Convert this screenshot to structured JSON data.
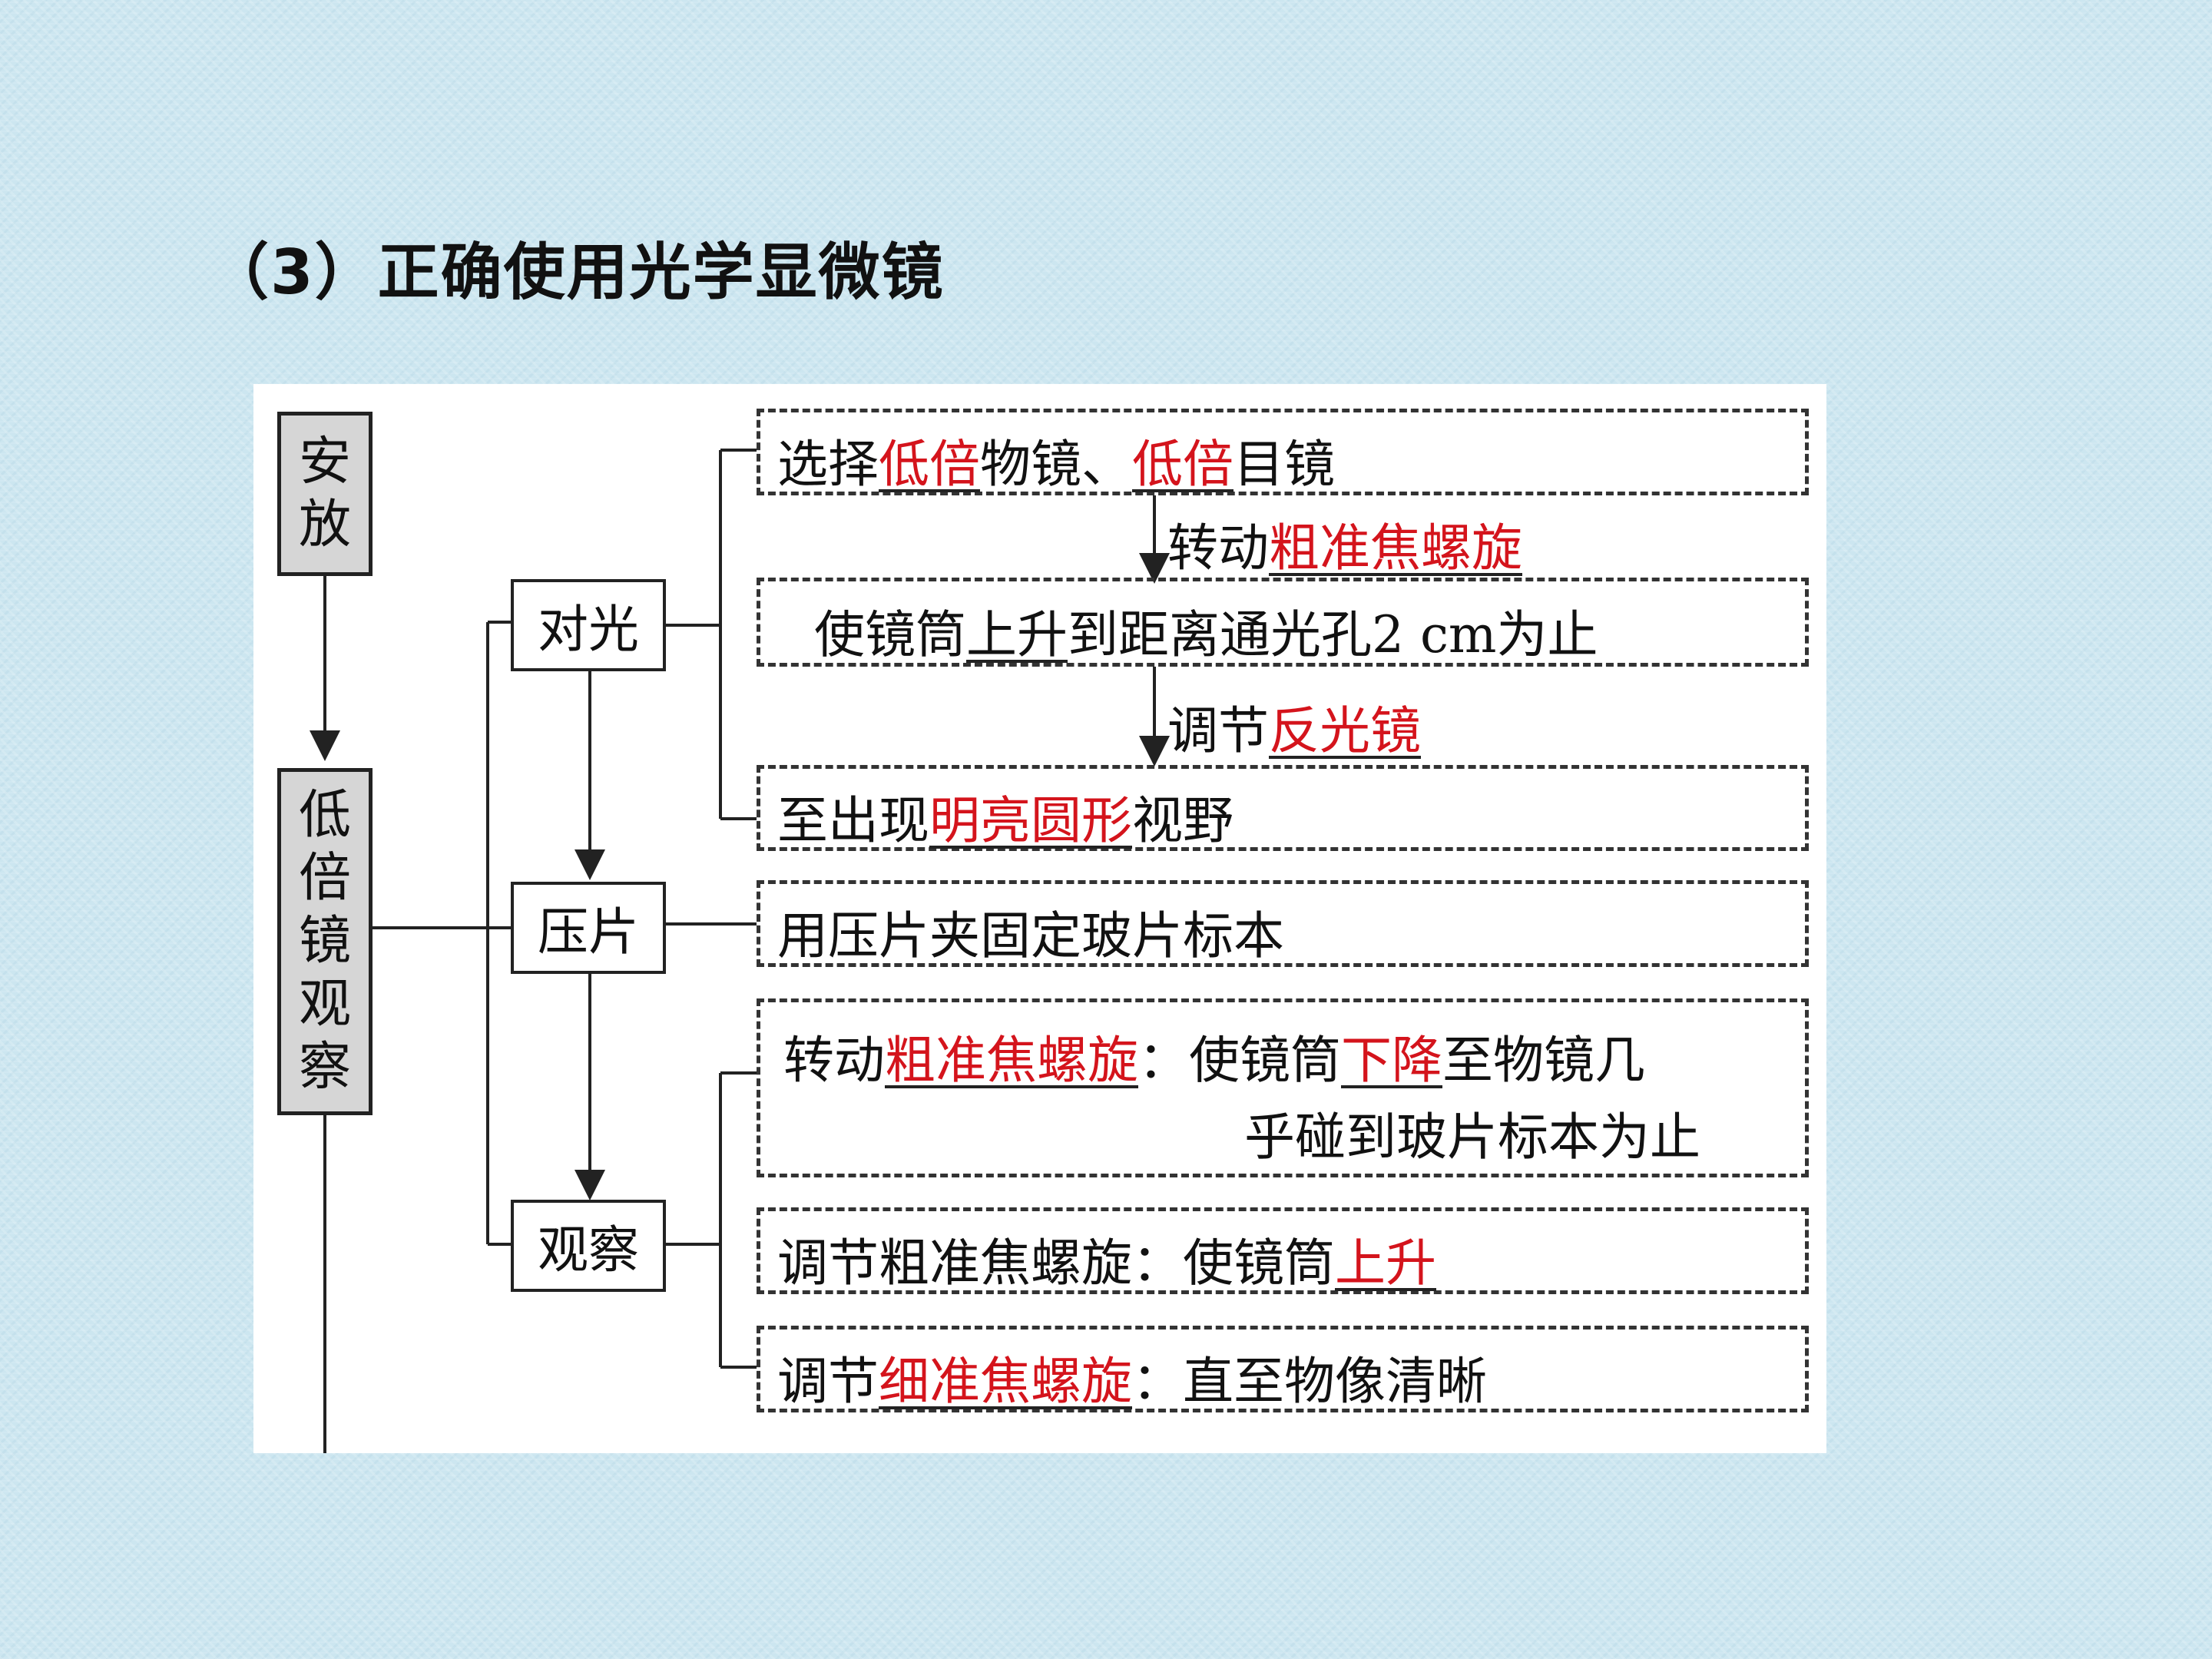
{
  "title": "（3）正确使用光学显微镜",
  "steps": {
    "place": "安放",
    "low_power": "低倍镜观察"
  },
  "subs": {
    "light": "对光",
    "press": "压片",
    "observe": "观察"
  },
  "boxes": {
    "b1": {
      "a": "选择",
      "b": "低倍",
      "c": "物镜、",
      "d": "低倍",
      "e": "目镜"
    },
    "b2": {
      "a": "使镜筒",
      "b": "上升",
      "c": "到距离通光孔2 cm为止"
    },
    "b3": {
      "a": "至出现",
      "b": "明亮圆形",
      "c": "视野"
    },
    "b4": {
      "a": "用压片夹固定玻片标本"
    },
    "b5": {
      "a": "转动",
      "b": "粗准焦螺旋",
      "c": "：使镜筒",
      "d": "下降",
      "e": "至物镜几",
      "f": "乎碰到玻片标本为止"
    },
    "b6": {
      "a": "调节粗准焦螺旋：使镜筒",
      "b": "上升"
    },
    "b7": {
      "a": "调节",
      "b": "细准焦螺旋",
      "c": "：直至物像清晰"
    }
  },
  "arrows": {
    "a1": {
      "a": "转动",
      "b": "粗准焦螺旋"
    },
    "a2": {
      "a": "调节",
      "b": "反光镜"
    }
  },
  "colors": {
    "highlight": "#d4141c",
    "panel": "#ffffff",
    "background": "#cce6f0"
  }
}
